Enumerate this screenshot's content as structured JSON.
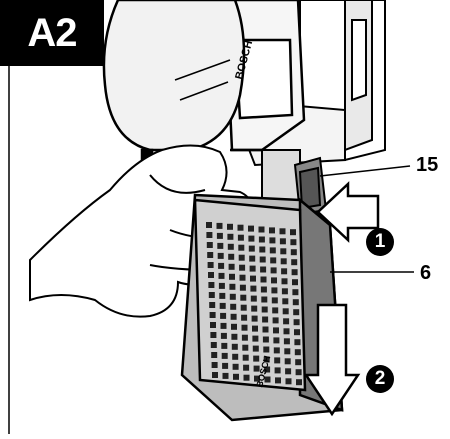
{
  "figure": {
    "tag": "A2"
  },
  "tool": {
    "brand": "BOSCH"
  },
  "dust_box": {
    "brand": "BOSCH"
  },
  "callouts": [
    {
      "number": "15"
    },
    {
      "number": "6"
    }
  ],
  "steps": [
    {
      "number": "1"
    },
    {
      "number": "2"
    }
  ],
  "colors": {
    "ink": "#000000",
    "paper": "#ffffff",
    "box_shade": "#7a7a7a"
  }
}
